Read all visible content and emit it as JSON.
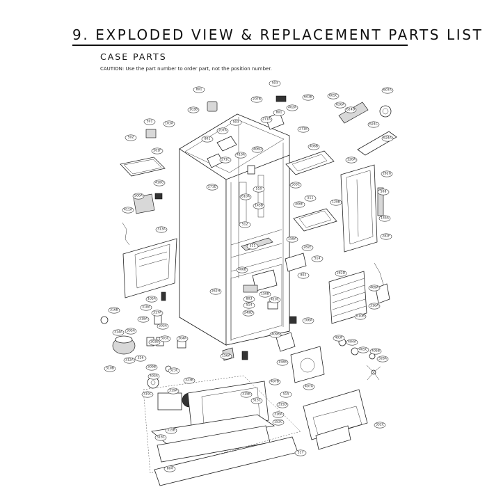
{
  "header": {
    "title": "9. EXPLODED VIEW & REPLACEMENT PARTS LIST",
    "subtitle": "CASE PARTS",
    "caution": "CAUTION: Use the part number to order part, not the position number."
  },
  "labels": [
    {
      "id": "l801",
      "text": "801"
    },
    {
      "id": "l103b",
      "text": "103B"
    },
    {
      "id": "l503a",
      "text": "503"
    },
    {
      "id": "l207b",
      "text": "207B"
    },
    {
      "id": "l603b",
      "text": "603B"
    },
    {
      "id": "l605c",
      "text": "605C"
    },
    {
      "id": "l607a",
      "text": "607A"
    },
    {
      "id": "l801b",
      "text": "801"
    },
    {
      "id": "l402a",
      "text": "402A"
    },
    {
      "id": "l626a",
      "text": "626A"
    },
    {
      "id": "l624d",
      "text": "624D"
    },
    {
      "id": "l501",
      "text": "501"
    },
    {
      "id": "l103a",
      "text": "103A"
    },
    {
      "id": "l503b",
      "text": "503"
    },
    {
      "id": "l207a",
      "text": "207A"
    },
    {
      "id": "l271a",
      "text": "271A"
    },
    {
      "id": "l271b",
      "text": "271B"
    },
    {
      "id": "l624c",
      "text": "624C"
    },
    {
      "id": "l502",
      "text": "502"
    },
    {
      "id": "l801c",
      "text": "801"
    },
    {
      "id": "l501f",
      "text": "501F"
    },
    {
      "id": "l410a",
      "text": "410A"
    },
    {
      "id": "l406d",
      "text": "406D"
    },
    {
      "id": "l271c",
      "text": "271C"
    },
    {
      "id": "l406b",
      "text": "406B"
    },
    {
      "id": "l624a",
      "text": "624A"
    },
    {
      "id": "l120a",
      "text": "120A"
    },
    {
      "id": "l282g",
      "text": "282G"
    },
    {
      "id": "l410g",
      "text": "410G"
    },
    {
      "id": "l271d",
      "text": "271D"
    },
    {
      "id": "l510",
      "text": "510"
    },
    {
      "id": "l503c",
      "text": "503C"
    },
    {
      "id": "l508",
      "text": "508"
    },
    {
      "id": "l500a",
      "text": "500A"
    },
    {
      "id": "l610a",
      "text": "610A"
    },
    {
      "id": "l511",
      "text": "511"
    },
    {
      "id": "l120b",
      "text": "120B"
    },
    {
      "id": "l411a",
      "text": "411A"
    },
    {
      "id": "l145b",
      "text": "145B"
    },
    {
      "id": "l406e",
      "text": "406E"
    },
    {
      "id": "l145a",
      "text": "145A"
    },
    {
      "id": "l313a",
      "text": "313A"
    },
    {
      "id": "l512",
      "text": "512"
    },
    {
      "id": "l282f",
      "text": "282F"
    },
    {
      "id": "l158a",
      "text": "158A"
    },
    {
      "id": "l511b",
      "text": "511"
    },
    {
      "id": "l282e",
      "text": "282E"
    },
    {
      "id": "l514",
      "text": "514"
    },
    {
      "id": "l406b2",
      "text": "406B"
    },
    {
      "id": "l802",
      "text": "802"
    },
    {
      "id": "l282d",
      "text": "282D"
    },
    {
      "id": "l409a",
      "text": "409A"
    },
    {
      "id": "l262h",
      "text": "262H"
    },
    {
      "id": "l105a",
      "text": "105A"
    },
    {
      "id": "l150b",
      "text": "150B"
    },
    {
      "id": "l410c",
      "text": "410C"
    },
    {
      "id": "l318a",
      "text": "318A"
    },
    {
      "id": "l316a",
      "text": "316A"
    },
    {
      "id": "l317a",
      "text": "317A"
    },
    {
      "id": "l803",
      "text": "803"
    },
    {
      "id": "l514b",
      "text": "514"
    },
    {
      "id": "l316b",
      "text": "316B"
    },
    {
      "id": "l249d",
      "text": "249D"
    },
    {
      "id": "l610b",
      "text": "610B"
    },
    {
      "id": "l318b",
      "text": "318A"
    },
    {
      "id": "l303a",
      "text": "303A"
    },
    {
      "id": "l106a",
      "text": "106A"
    },
    {
      "id": "l314a",
      "text": "314A"
    },
    {
      "id": "l305a",
      "text": "305A"
    },
    {
      "id": "l409b",
      "text": "409B"
    },
    {
      "id": "l403f",
      "text": "403F"
    },
    {
      "id": "l404a",
      "text": "404A"
    },
    {
      "id": "l303c",
      "text": "303C"
    },
    {
      "id": "l303b",
      "text": "303B"
    },
    {
      "id": "l304a",
      "text": "304A"
    },
    {
      "id": "l405c",
      "text": "405C"
    },
    {
      "id": "l405b",
      "text": "405B"
    },
    {
      "id": "l312a",
      "text": "312A"
    },
    {
      "id": "l326",
      "text": "326"
    },
    {
      "id": "l156a",
      "text": "156A"
    },
    {
      "id": "l158b",
      "text": "158B"
    },
    {
      "id": "l328a",
      "text": "328A"
    },
    {
      "id": "l310b",
      "text": "310B"
    },
    {
      "id": "l309b",
      "text": "309B"
    },
    {
      "id": "l323c",
      "text": "323C"
    },
    {
      "id": "l403a",
      "text": "403A"
    },
    {
      "id": "l323b",
      "text": "323B"
    },
    {
      "id": "l407b",
      "text": "407B"
    },
    {
      "id": "l407a",
      "text": "407A"
    },
    {
      "id": "l319c",
      "text": "319C"
    },
    {
      "id": "l319a",
      "text": "319A"
    },
    {
      "id": "l315b",
      "text": "315B"
    },
    {
      "id": "l315c",
      "text": "315C"
    },
    {
      "id": "l515",
      "text": "515"
    },
    {
      "id": "l315d",
      "text": "315D"
    },
    {
      "id": "l316e",
      "text": "316A"
    },
    {
      "id": "l332c",
      "text": "332C"
    },
    {
      "id": "l315e",
      "text": "315B"
    },
    {
      "id": "l316c",
      "text": "316C"
    },
    {
      "id": "l152c",
      "text": "152C"
    },
    {
      "id": "l517",
      "text": "517"
    },
    {
      "id": "l804",
      "text": "804"
    }
  ]
}
